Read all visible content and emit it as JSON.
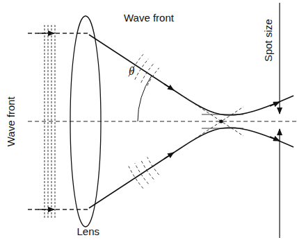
{
  "diagram": {
    "labels": [
      "Wave front",
      "Wave front",
      "θ",
      "Spot size",
      "Lens"
    ]
  }
}
